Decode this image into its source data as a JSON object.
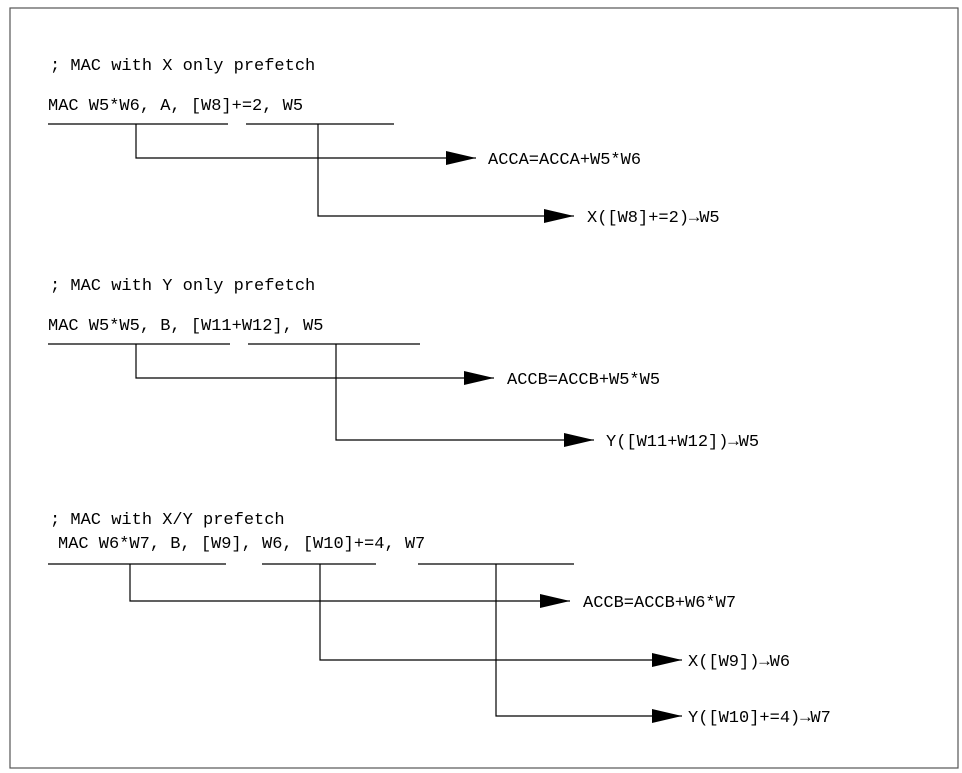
{
  "title_fragment": "",
  "sections": [
    {
      "comment": "; MAC with X only prefetch",
      "instruction": "MAC W5*W6, A, [W8]+=2, W5",
      "results": [
        "ACCA=ACCA+W5*W6",
        "X([W8]+=2)→W5"
      ]
    },
    {
      "comment": "; MAC with Y only prefetch",
      "instruction": "MAC W5*W5, B, [W11+W12], W5",
      "results": [
        "ACCB=ACCB+W5*W5",
        "Y([W11+W12])→W5"
      ]
    },
    {
      "comment": "; MAC with X/Y prefetch",
      "instruction": "MAC W6*W7, B, [W9], W6, [W10]+=4, W7",
      "results": [
        "ACCB=ACCB+W6*W7",
        "X([W9])→W6",
        "Y([W10]+=4)→W7"
      ]
    }
  ],
  "colors": {
    "stroke": "#000000",
    "frame": "#555555",
    "background": "#ffffff"
  }
}
